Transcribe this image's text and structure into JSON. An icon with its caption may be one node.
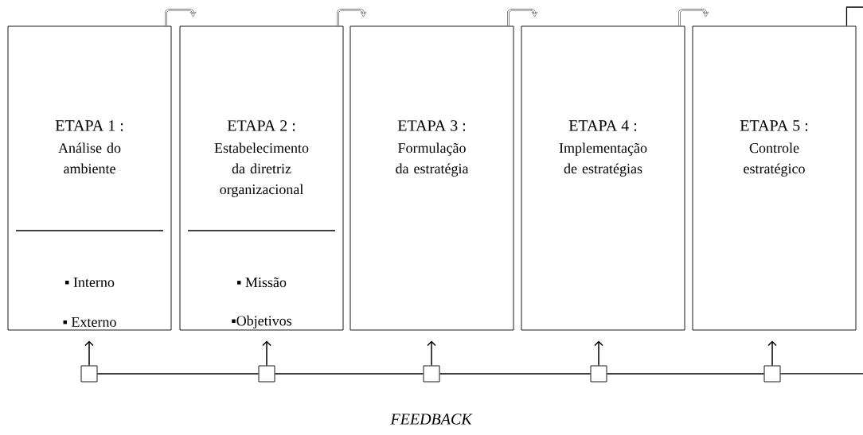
{
  "diagram": {
    "nodes": [
      {
        "text": [
          "ETAPA 1 :",
          "Análise do ambiente",
          "▪ Interno",
          "▪ Externo"
        ]
      },
      {
        "text": [
          "ETAPA 2 :",
          "Estabelecimento da diretriz organizacional",
          "▪ Missão",
          "▪Objetivos"
        ]
      },
      {
        "text": [
          "ETAPA 3 :",
          "Formulação da estratégia"
        ]
      },
      {
        "text": [
          "ETAPA 4 :",
          "Implementação de estratégias"
        ]
      },
      {
        "text": [
          "ETAPA 5 :",
          "Controle estratégico"
        ]
      },
      {
        "text": [],
        "shape": "box"
      },
      {
        "text": [],
        "shape": "box"
      },
      {
        "text": [],
        "shape": "box"
      },
      {
        "text": [],
        "shape": "box"
      },
      {
        "text": [],
        "shape": "box"
      }
    ],
    "edges": [
      {
        "from": 0,
        "to": 1,
        "arrow": "to"
      },
      {
        "from": 1,
        "to": 2,
        "arrow": "to"
      },
      {
        "from": 2,
        "to": 3,
        "arrow": "to"
      },
      {
        "from": 3,
        "to": 4,
        "arrow": "to"
      },
      {
        "from": 4,
        "to": null,
        "arrow": "none"
      },
      {
        "from": 5,
        "to": 0,
        "arrow": "to"
      },
      {
        "from": 6,
        "to": 1,
        "arrow": "to"
      },
      {
        "from": 7,
        "to": 2,
        "arrow": "to"
      },
      {
        "from": 8,
        "to": 3,
        "arrow": "to"
      },
      {
        "from": 9,
        "to": 4,
        "arrow": "to"
      },
      {
        "from": 5,
        "to": 6,
        "arrow": "none"
      },
      {
        "from": 6,
        "to": 7,
        "arrow": "none"
      },
      {
        "from": 7,
        "to": 8,
        "arrow": "none"
      },
      {
        "from": 8,
        "to": 9,
        "arrow": "none"
      },
      {
        "from": 9,
        "to": null,
        "arrow": "none"
      }
    ],
    "labels": [
      "*FEEDBACK*"
    ]
  }
}
